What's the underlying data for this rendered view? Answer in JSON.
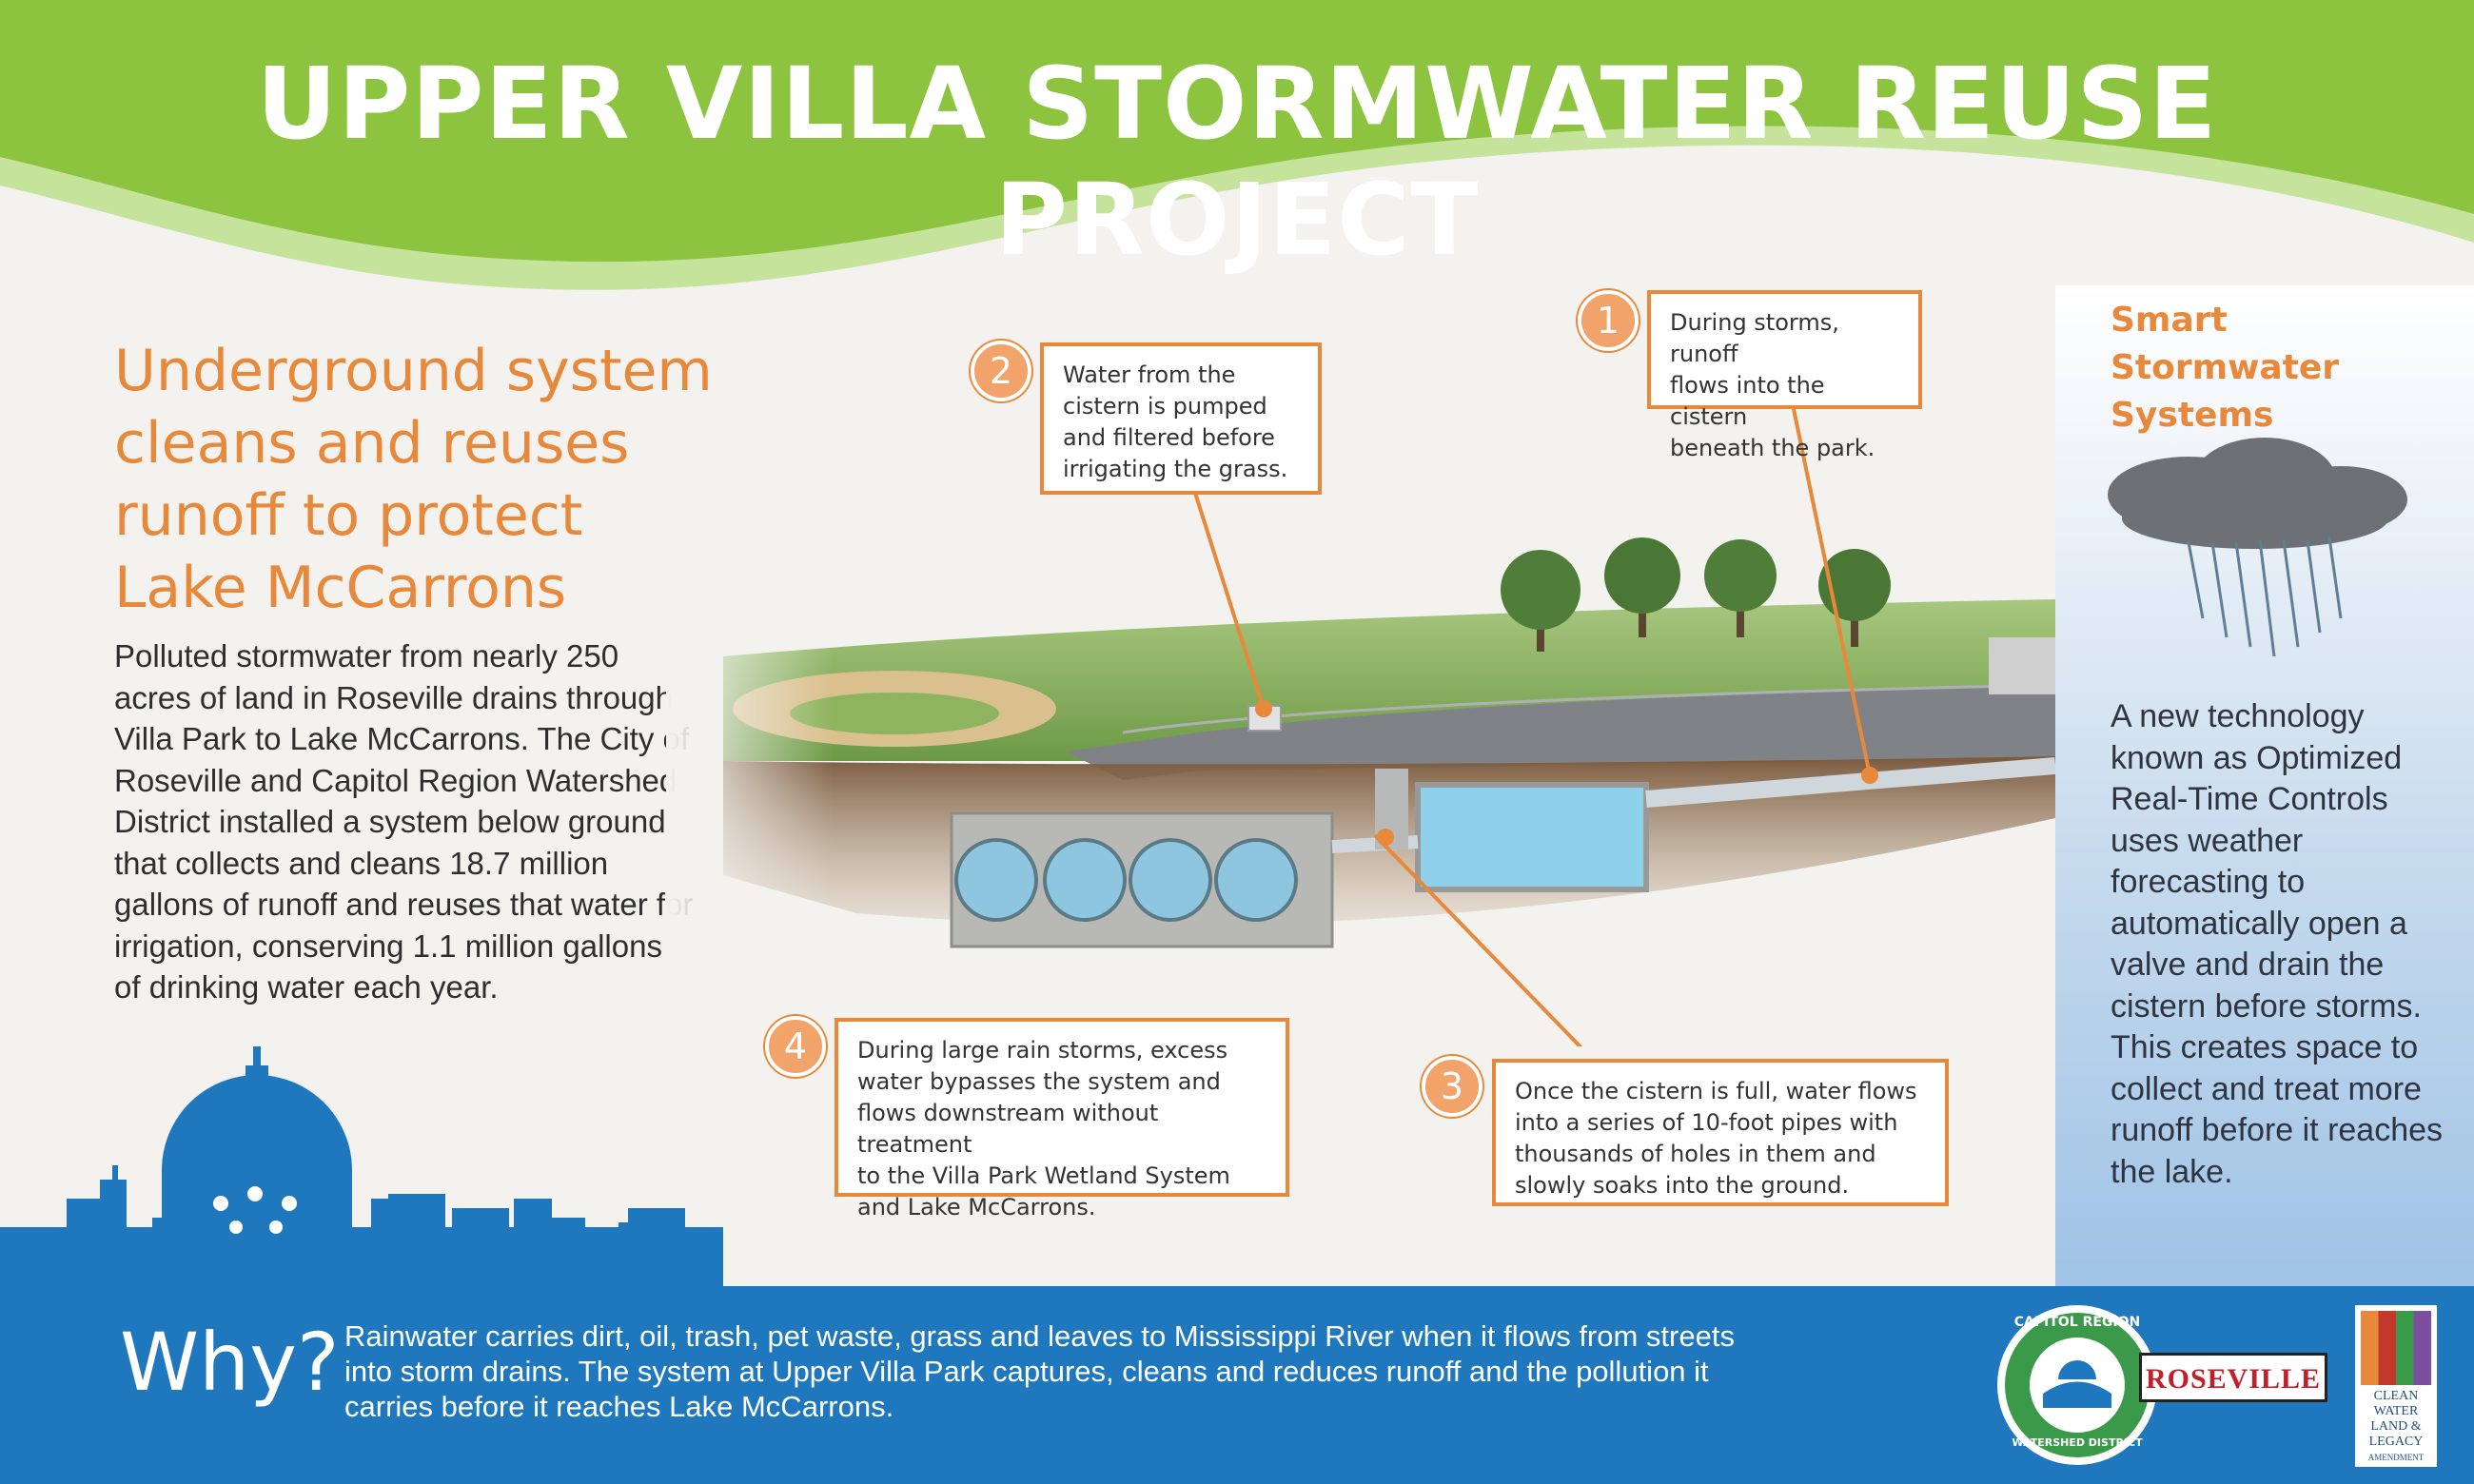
{
  "title": "UPPER VILLA STORMWATER REUSE PROJECT",
  "intro": {
    "heading": "Underground system cleans and reuses runoff to protect Lake McCarrons",
    "body": "Polluted stormwater from nearly 250 acres of land in Roseville drains through Villa Park to Lake McCarrons.  The City of Roseville and Capitol Region Watershed District installed a system below ground that collects and cleans 18.7 million gallons of runoff and reuses that water for irrigation, conserving 1.1 million gallons of drinking water each year."
  },
  "callouts": [
    {
      "number": "1",
      "lines": [
        "During storms, runoff",
        "flows into the cistern",
        "beneath the park."
      ]
    },
    {
      "number": "2",
      "lines": [
        "Water from the",
        "cistern is pumped",
        "and filtered before",
        "irrigating the grass."
      ]
    },
    {
      "number": "3",
      "lines": [
        "Once the cistern is full, water flows",
        "into a series of 10-foot pipes with",
        "thousands of holes in them and",
        "slowly soaks into the ground."
      ]
    },
    {
      "number": "4",
      "lines": [
        "During large rain storms, excess",
        "water bypasses the system and",
        "flows downstream without treatment",
        "to the Villa Park Wetland System",
        "and Lake McCarrons."
      ]
    }
  ],
  "sidebar": {
    "title": "Smart Stormwater Systems",
    "body": "A new technology known as Optimized Real-Time Controls uses weather forecasting to automatically open a valve and drain the cistern before storms.  This creates space to collect and treat more runoff before it reaches the lake."
  },
  "footer": {
    "why_label": "Why?",
    "why_body": "Rainwater carries dirt, oil, trash, pet waste, grass and leaves to Mississippi River when it flows from streets into storm drains.  The system at Upper Villa Park captures, cleans and reduces runoff and the pollution it carries before it reaches Lake McCarrons."
  },
  "logos": {
    "capitol_top": "CAPITOL REGION",
    "capitol_bottom": "WATERSHED DISTRICT",
    "roseville": "ROSEVILLE",
    "legacy": [
      "CLEAN",
      "WATER",
      "LAND &",
      "LEGACY",
      "AMENDMENT"
    ]
  },
  "colors": {
    "banner_green": "#8cc43f",
    "accent_orange": "#e8883a",
    "footer_blue": "#1f78be"
  }
}
